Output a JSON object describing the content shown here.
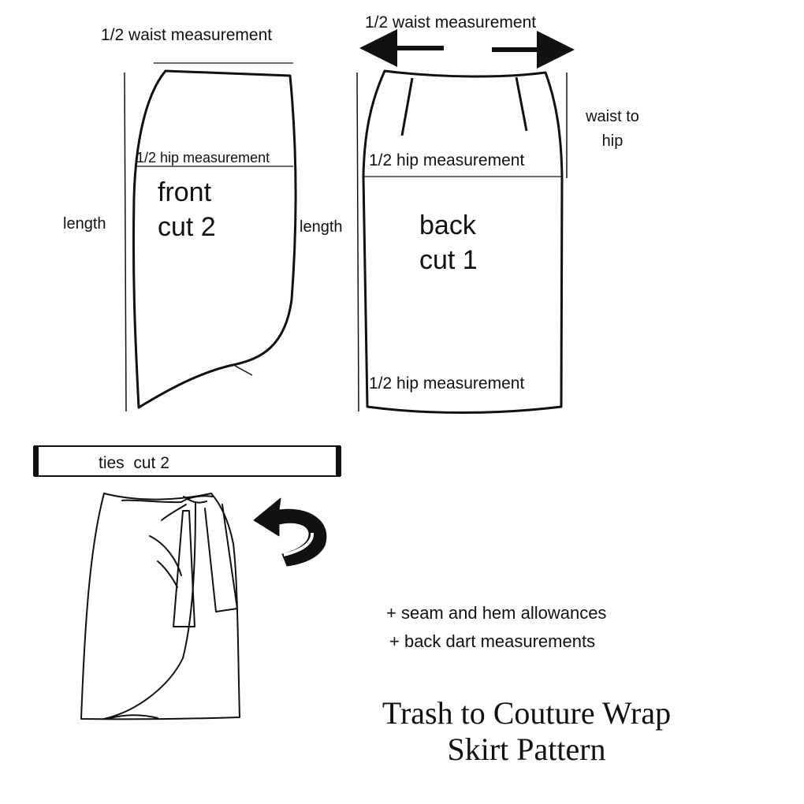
{
  "front_piece": {
    "waist_label": "1/2 waist measurement",
    "hip_label": "1/2 hip measurement",
    "length_label": "length",
    "name_label": "front\ncut 2"
  },
  "back_piece": {
    "waist_label": "1/2 waist measurement",
    "waist_to_hip_label": "waist to\nhip",
    "hip_label": "1/2 hip measurement",
    "length_label": "length",
    "hem_label": "1/2 hip measurement",
    "name_label": "back\ncut 1"
  },
  "ties": {
    "label": "ties  cut 2"
  },
  "notes": [
    "+ seam and hem allowances",
    "+ back dart measurements"
  ],
  "title": {
    "line1": "Trash to Couture Wrap",
    "line2": "Skirt Pattern"
  },
  "colors": {
    "ink": "#111111",
    "background": "#ffffff"
  }
}
